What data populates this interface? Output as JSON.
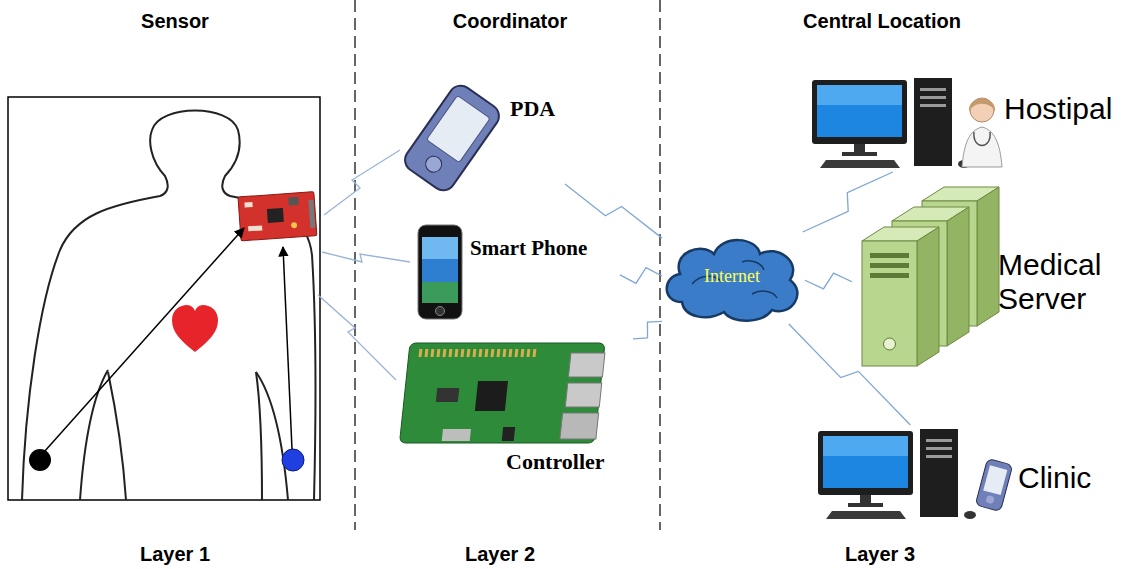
{
  "diagram": {
    "nodes": [
      {
        "text": [
          "PDA"
        ]
      },
      {
        "text": [
          "Smart Phone"
        ]
      },
      {
        "text": [
          "Controller"
        ]
      },
      {
        "text": [
          "Internet"
        ]
      },
      {
        "text": [
          "Hostipal"
        ]
      },
      {
        "text": [
          "Medical Server"
        ]
      },
      {
        "text": [
          "Clinic"
        ]
      }
    ],
    "edges": [
      {
        "from": 0,
        "to": 3,
        "arrow": "none"
      },
      {
        "from": 1,
        "to": 3,
        "arrow": "none"
      },
      {
        "from": 2,
        "to": 3,
        "arrow": "none"
      },
      {
        "from": 3,
        "to": 4,
        "arrow": "none"
      },
      {
        "from": 3,
        "to": 5,
        "arrow": "none"
      },
      {
        "from": 3,
        "to": 6,
        "arrow": "none"
      }
    ],
    "labels": [
      "Sensor",
      "Coordinator",
      "Central Location",
      "Layer 1",
      "Layer 2",
      "Layer 3"
    ]
  }
}
